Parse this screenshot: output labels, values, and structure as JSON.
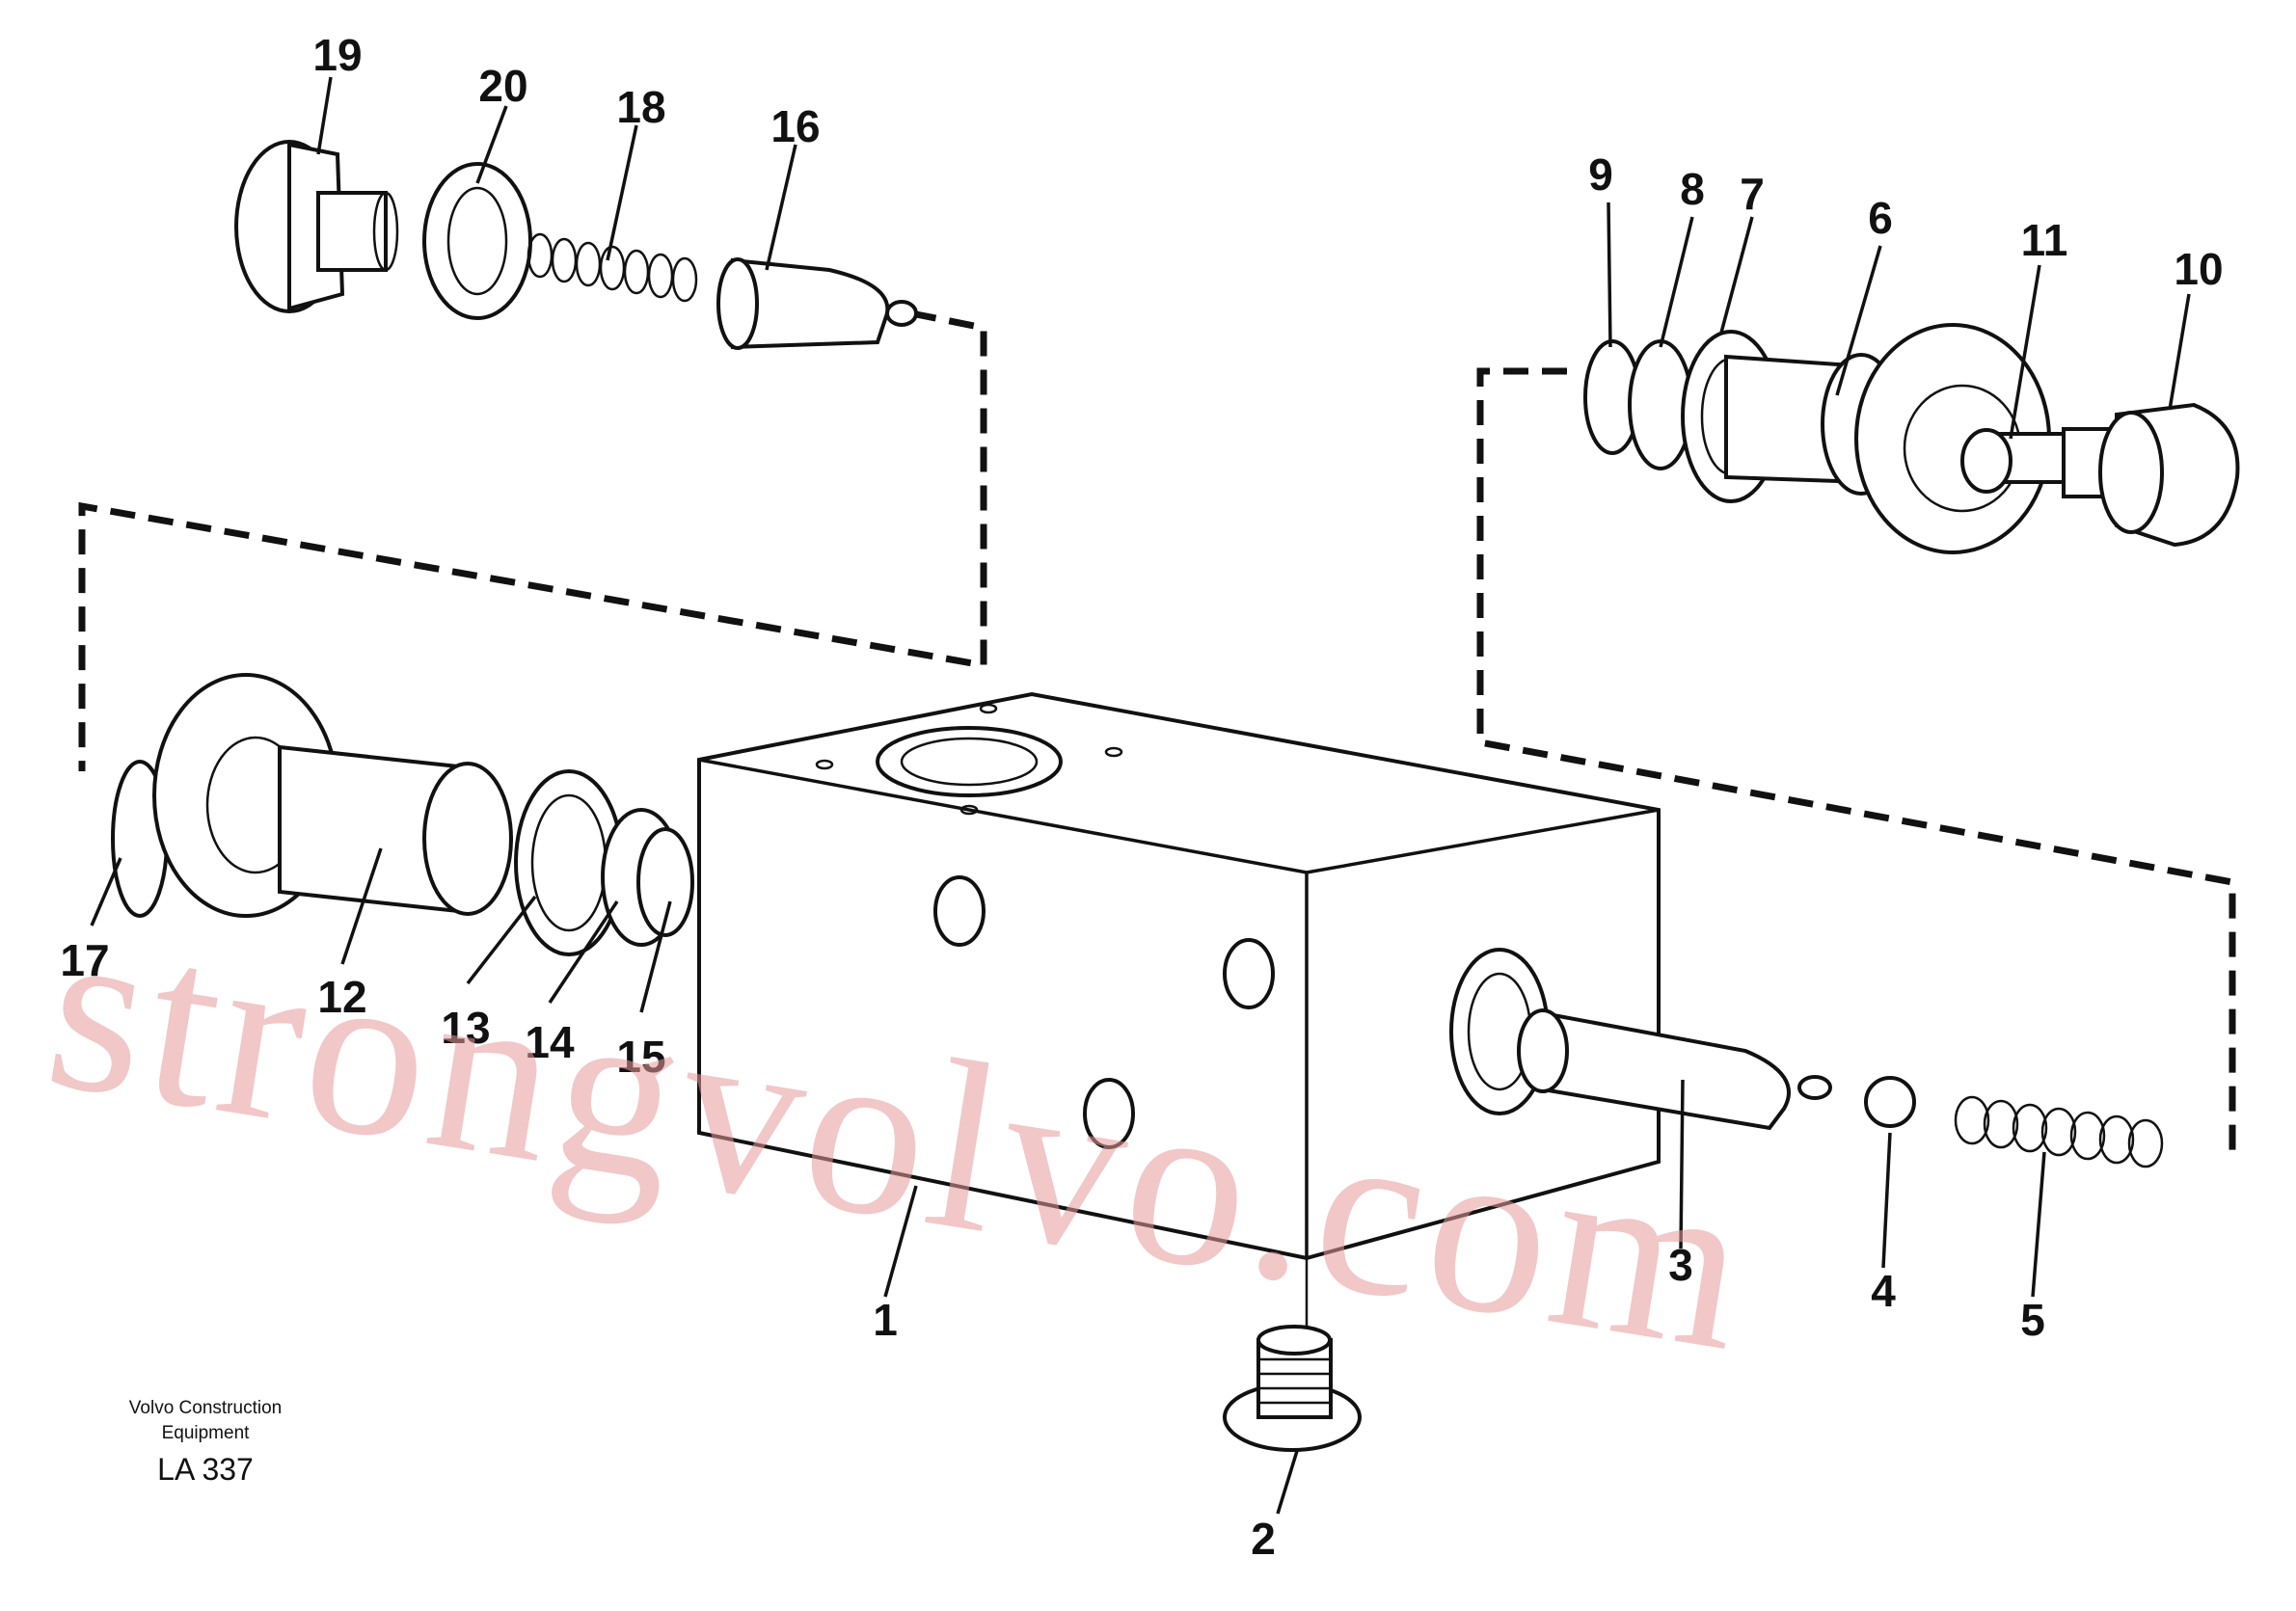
{
  "callouts": {
    "c1": "1",
    "c2": "2",
    "c3": "3",
    "c4": "4",
    "c5": "5",
    "c6": "6",
    "c7": "7",
    "c8": "8",
    "c9": "9",
    "c10": "10",
    "c11": "11",
    "c12": "12",
    "c13": "13",
    "c14": "14",
    "c15": "15",
    "c16": "16",
    "c17": "17",
    "c18": "18",
    "c19": "19",
    "c20": "20"
  },
  "publisher": {
    "line1": "Volvo Construction",
    "line2": "Equipment"
  },
  "figure_id": "LA 337",
  "watermark": "strongvolvo.com"
}
